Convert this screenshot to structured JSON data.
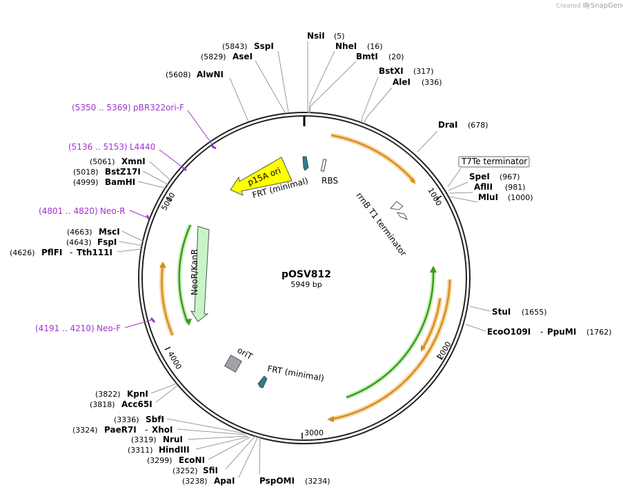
{
  "credit": {
    "prefix": "Created by",
    "brand": "SnapGene"
  },
  "plasmid": {
    "name": "pOSV812",
    "size": "5949 bp"
  },
  "ticks": [
    "1000",
    "2000",
    "3000",
    "4000",
    "5000"
  ],
  "sites": [
    {
      "name": "NsiI",
      "pos": "(5)"
    },
    {
      "name": "NheI",
      "pos": "(16)"
    },
    {
      "name": "BmtI",
      "pos": "(20)"
    },
    {
      "name": "BstXI",
      "pos": "(317)"
    },
    {
      "name": "AleI",
      "pos": "(336)"
    },
    {
      "name": "DraI",
      "pos": "(678)"
    },
    {
      "name": "SpeI",
      "pos": "(967)"
    },
    {
      "name": "AflII",
      "pos": "(981)"
    },
    {
      "name": "MluI",
      "pos": "(1000)"
    },
    {
      "name": "StuI",
      "pos": "(1655)"
    },
    {
      "name": "EcoO109I",
      "pos": "(1762)",
      "name2": "PpuMI",
      "sep": "-"
    },
    {
      "name": "PspOMI",
      "pos": "(3234)"
    },
    {
      "name": "ApaI",
      "pos": "(3238)"
    },
    {
      "name": "SfiI",
      "pos": "(3252)"
    },
    {
      "name": "EcoNI",
      "pos": "(3299)"
    },
    {
      "name": "HindIII",
      "pos": "(3311)"
    },
    {
      "name": "NruI",
      "pos": "(3319)"
    },
    {
      "name": "PaeR7I",
      "pos": "(3324)",
      "name2": "XhoI",
      "sep": "-"
    },
    {
      "name": "SbfI",
      "pos": "(3336)"
    },
    {
      "name": "Acc65I",
      "pos": "(3818)"
    },
    {
      "name": "KpnI",
      "pos": "(3822)"
    },
    {
      "name": "PflFI",
      "pos": "(4626)",
      "name2": "Tth111I",
      "sep": "-"
    },
    {
      "name": "FspI",
      "pos": "(4643)"
    },
    {
      "name": "MscI",
      "pos": "(4663)"
    },
    {
      "name": "BamHI",
      "pos": "(4999)"
    },
    {
      "name": "BstZ17I",
      "pos": "(5018)"
    },
    {
      "name": "XmnI",
      "pos": "(5061)"
    },
    {
      "name": "AlwNI",
      "pos": "(5608)"
    },
    {
      "name": "AseI",
      "pos": "(5829)"
    },
    {
      "name": "SspI",
      "pos": "(5843)"
    }
  ],
  "primers": [
    {
      "range": "(5350 .. 5369)",
      "name": "pBR322ori-F"
    },
    {
      "range": "(5136 .. 5153)",
      "name": "L4440"
    },
    {
      "range": "(4801 .. 4820)",
      "name": "Neo-R"
    },
    {
      "range": "(4191 .. 4210)",
      "name": "Neo-F"
    }
  ],
  "features": {
    "p15a": "p15A ori",
    "frt_top": "FRT (minimal)",
    "rbs": "RBS",
    "rrnb": "rrnB T1 terminator",
    "t7te": "T7Te terminator",
    "neo": "NeoR/KanR",
    "orit": "oriT",
    "frt_bottom": "FRT (minimal)"
  },
  "colors": {
    "orange_arc": "#d98c1a",
    "orange_glow": "#f6d7a6",
    "green_arc": "#3f9a1a",
    "green_glow": "#c8f0c0",
    "primer": "#a033cc",
    "p15a_fill": "#ffff00",
    "neo_fill": "#c8f5c8",
    "frt_fill": "#2e7d8c",
    "orit_fill": "#a0a4a8"
  }
}
